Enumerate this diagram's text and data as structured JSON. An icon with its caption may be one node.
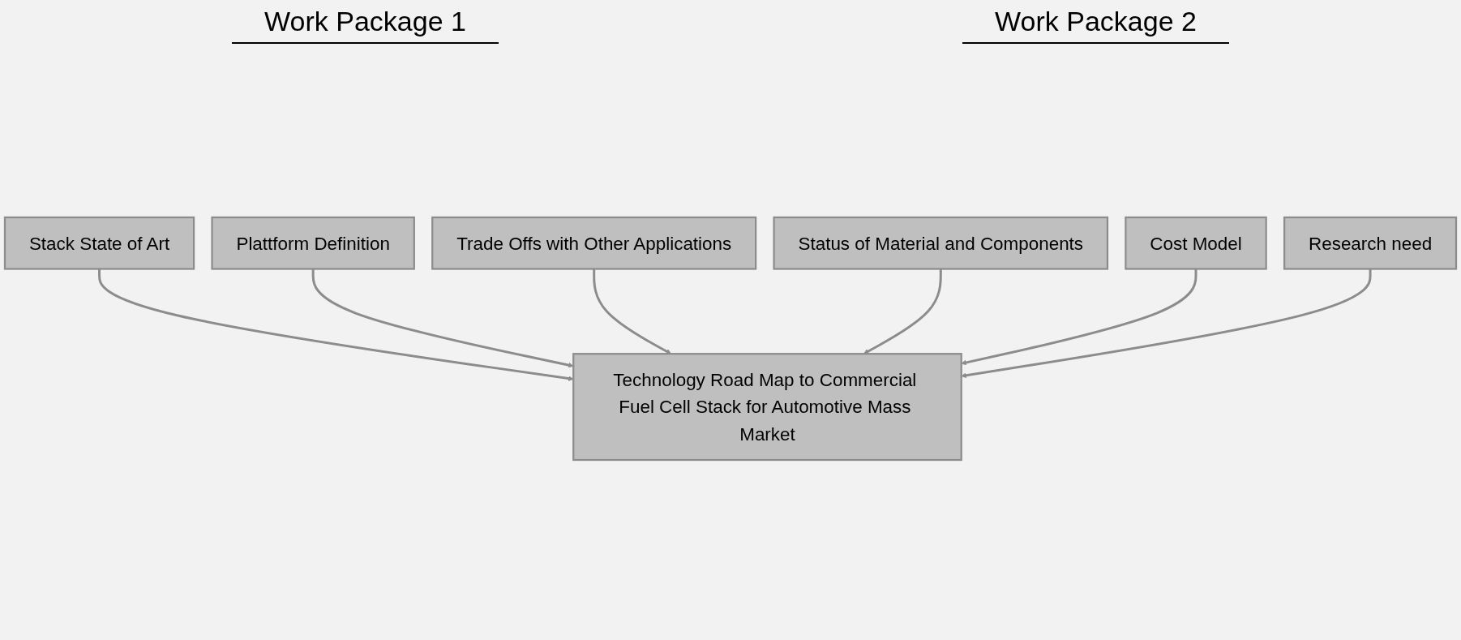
{
  "diagram": {
    "nodes": [
      {
        "text": [
          "Stack State of Art"
        ]
      },
      {
        "text": [
          "Plattform Definition"
        ]
      },
      {
        "text": [
          "Trade Offs with Other Applications"
        ]
      },
      {
        "text": [
          "Status of Material and Components"
        ]
      },
      {
        "text": [
          "Cost Model"
        ]
      },
      {
        "text": [
          "Research need"
        ]
      },
      {
        "text": [
          "Technology Road Map to Commercial Fuel Cell Stack for Automotive Mass Market"
        ]
      }
    ],
    "edges": [
      {
        "from": 0,
        "to": 6,
        "arrow": "to"
      },
      {
        "from": 1,
        "to": 6,
        "arrow": "to"
      },
      {
        "from": 2,
        "to": 6,
        "arrow": "to"
      },
      {
        "from": 3,
        "to": 6,
        "arrow": "to"
      },
      {
        "from": 4,
        "to": 6,
        "arrow": "to"
      },
      {
        "from": 5,
        "to": 6,
        "arrow": "to"
      }
    ],
    "labels": [
      "Work Package 1",
      "Work Package 2"
    ]
  }
}
